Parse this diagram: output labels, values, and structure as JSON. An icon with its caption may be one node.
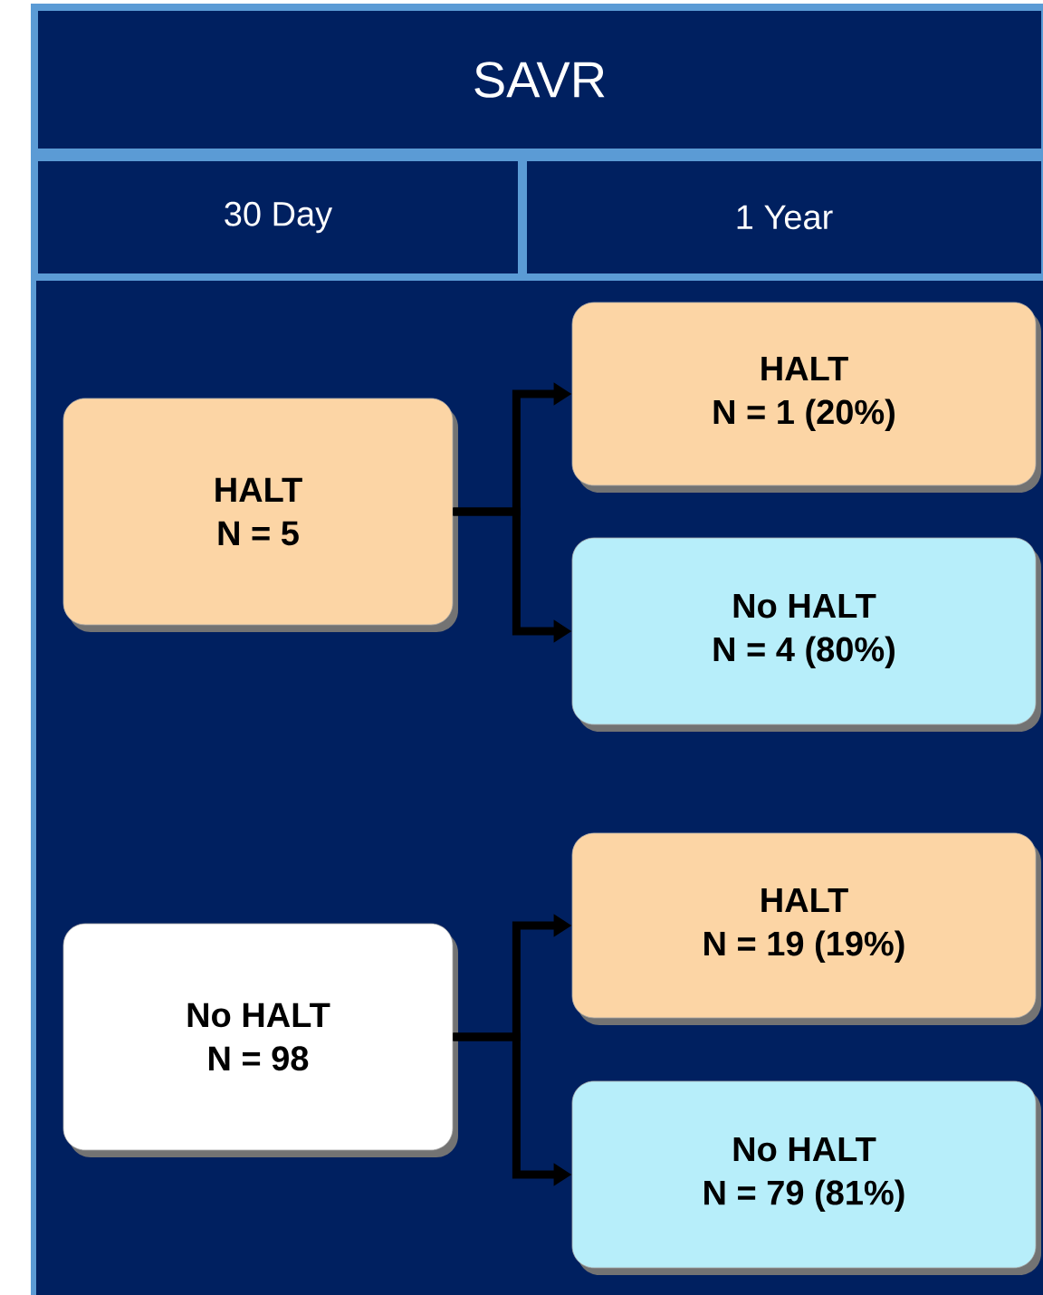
{
  "diagram": {
    "nodes": [
      {
        "text": [
          "SAVR"
        ]
      },
      {
        "text": [
          "30 Day"
        ]
      },
      {
        "text": [
          "1 Year"
        ]
      },
      {
        "text": [
          "HALT",
          "N = 5"
        ]
      },
      {
        "text": [
          "HALT",
          "N = 1 (20%)"
        ]
      },
      {
        "text": [
          "No HALT",
          "N = 4 (80%)"
        ]
      },
      {
        "text": [
          "No HALT",
          "N = 98"
        ]
      },
      {
        "text": [
          "HALT",
          "N = 19 (19%)"
        ]
      },
      {
        "text": [
          "No HALT",
          "N = 79 (81%)"
        ]
      }
    ],
    "edges": [
      {
        "from": 3,
        "to": 4,
        "arrow": "to"
      },
      {
        "from": 3,
        "to": 5,
        "arrow": "to"
      },
      {
        "from": 6,
        "to": 7,
        "arrow": "to"
      },
      {
        "from": 6,
        "to": 8,
        "arrow": "to"
      }
    ]
  }
}
